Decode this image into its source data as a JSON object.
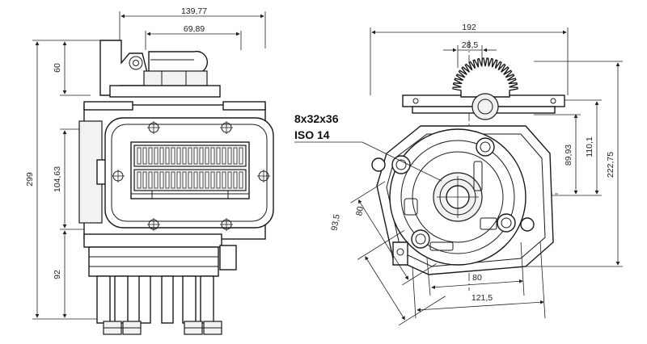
{
  "specs": {
    "spline": "8x32x36",
    "standard": "ISO 14"
  },
  "dimensions": {
    "left_view": {
      "top_width": "139,77",
      "inner_width": "69,89",
      "height_total": "299",
      "top_offset": "60",
      "mid_height": "104,63",
      "bottom_offset": "92"
    },
    "right_view": {
      "top_width": "192",
      "shaft_width": "28,5",
      "h1": "89,93",
      "h2": "110,1",
      "h3": "222,75",
      "bottom_inner": "80",
      "bottom_outer": "121,5",
      "diag_inner": "80",
      "diag_outer": "93,5"
    }
  },
  "colors": {
    "line": "#1a1a1a",
    "hatch": "#f2f2f2"
  }
}
